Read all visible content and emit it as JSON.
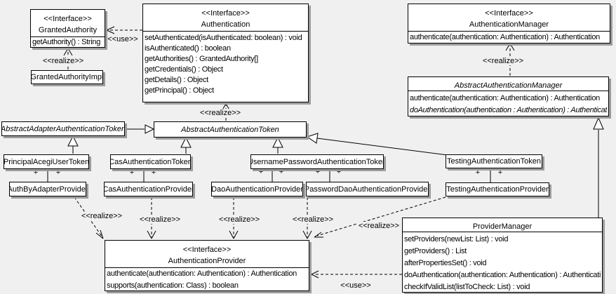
{
  "diagram": {
    "type": "uml-class-diagram",
    "colors": {
      "background": "#f0f0f0",
      "box_fill": "#ffffff",
      "border": "#000000",
      "shadow": "#9c9c9c"
    }
  },
  "labels": {
    "use": "<<use>>",
    "realize": "<<realize>>",
    "plus": "+",
    "interface_stereotype": "<<Interface>>"
  },
  "classes": {
    "granted_authority": {
      "stereotype": "<<Interface>>",
      "name": "GrantedAuthority",
      "methods": [
        "getAuthority() : String"
      ]
    },
    "granted_authority_impl": {
      "name": "GrantedAuthorityImpl"
    },
    "authentication": {
      "stereotype": "<<Interface>>",
      "name": "Authentication",
      "methods": [
        "setAuthenticated(isAuthenticated: boolean) : void",
        "isAuthenticated() : boolean",
        "getAuthorities() : GrantedAuthority[]",
        "getCredentials() : Object",
        "getDetails() : Object",
        "getPrincipal() : Object"
      ]
    },
    "authentication_manager": {
      "stereotype": "<<Interface>>",
      "name": "AuthenticationManager",
      "methods": [
        "authenticate(authentication: Authentication) : Authentication"
      ]
    },
    "abstract_authentication_manager": {
      "name": "AbstractAuthenticationManager",
      "methods": [
        "authenticate(authentication: Authentication) : Authentication",
        "doAuthentication(authentication : Authentication) : Authentication"
      ]
    },
    "abstract_adapter_authentication_token": {
      "name": "AbstractAdapterAuthenticationToken"
    },
    "abstract_authentication_token": {
      "name": "AbstractAuthenticationToken"
    },
    "principal_acegi_user_token": {
      "name": "PrincipalAcegiUserToken"
    },
    "cas_authentication_token": {
      "name": "CasAuthenticationToken"
    },
    "username_password_authentication_token": {
      "name": "UsernamePasswordAuthenticationToken"
    },
    "testing_authentication_token": {
      "name": "TestingAuthenticationToken"
    },
    "auth_by_adapter_provider": {
      "name": "AuthByAdapterProvider"
    },
    "cas_authentication_provider": {
      "name": "CasAuthenticationProvider"
    },
    "dao_authentication_provider": {
      "name": "DaoAuthenticationProvider"
    },
    "password_dao_authentication_provider": {
      "name": "PasswordDaoAuthenticationProvider"
    },
    "testing_authentication_provider": {
      "name": "TestingAuthenticationProvider"
    },
    "authentication_provider": {
      "stereotype": "<<Interface>>",
      "name": "AuthenticationProvider",
      "methods": [
        "authenticate(authentication: Authentication) : Authentication",
        "supports(authentication: Class) : boolean"
      ]
    },
    "provider_manager": {
      "name": "ProviderManager",
      "methods": [
        "setProviders(newList: List) : void",
        "getProviders() : List",
        "afterPropertiesSet() : void",
        "doAuthentication(authentication: Authentication) : Authentication",
        "checkIfValidList(listToCheck: List) : void"
      ]
    }
  }
}
